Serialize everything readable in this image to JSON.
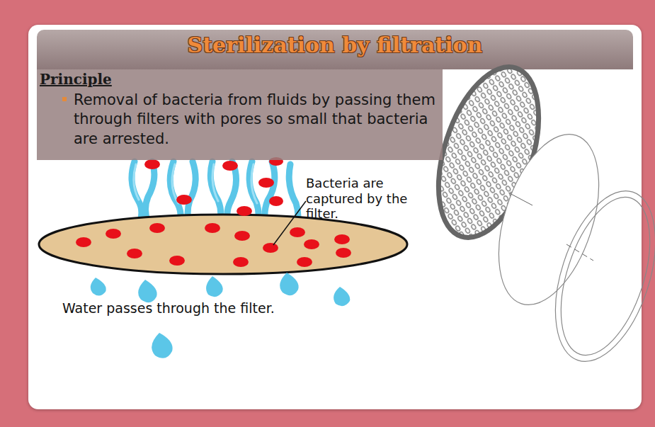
{
  "diagram": {
    "title": "Sterilization by filtration",
    "nodes": [
      {
        "text": [
          "Principle",
          "Removal of bacteria from fluids by passing them through filters with pores so small that bacteria are arrested."
        ]
      }
    ],
    "labels": [
      "Bacteria are captured by the filter.",
      "Water passes through the filter."
    ]
  }
}
